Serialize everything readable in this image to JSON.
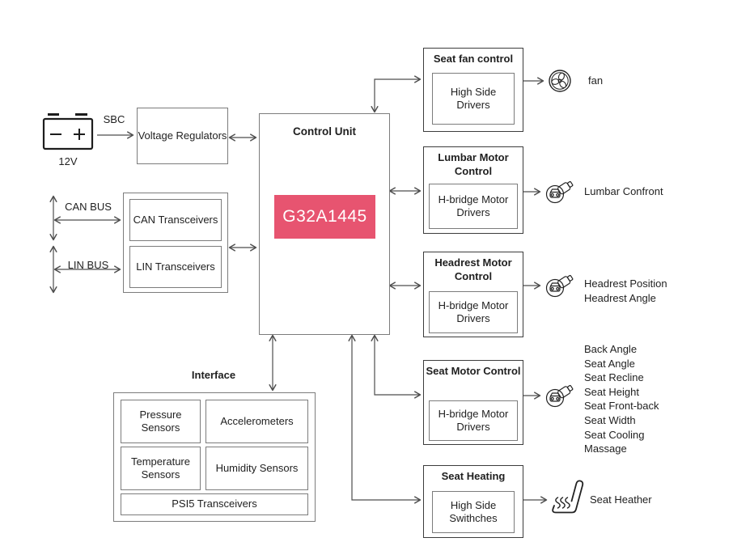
{
  "colors": {
    "accent": "#E75470",
    "wire": "#4d4d4d",
    "border_gray": "#7c7c7c",
    "border_dark": "#3c3c3c",
    "text": "#1f1f1f"
  },
  "power": {
    "battery_voltage": "12V",
    "sbc_label": "SBC",
    "voltage_regulators": "Voltage Regulators"
  },
  "buses": {
    "can_bus": "CAN BUS",
    "lin_bus": "LIN BUS",
    "can_transceivers": "CAN Transceivers",
    "lin_transceivers": "LIN Transceivers"
  },
  "control_unit": {
    "title": "Control Unit",
    "chip": "G32A1445"
  },
  "interface": {
    "title": "Interface",
    "cells": [
      "Pressure Sensors",
      "Accelerometers",
      "Temperature Sensors",
      "Humidity Sensors"
    ],
    "psi5": "PSI5 Transceivers"
  },
  "outputs": [
    {
      "title": "Seat fan control",
      "inner": "High Side Drivers",
      "icon": "fan-icon",
      "targets": [
        "fan"
      ]
    },
    {
      "title": "Lumbar Motor Control",
      "inner": "H-bridge Motor Drivers",
      "icon": "motor-icon",
      "targets": [
        "Lumbar Confront"
      ]
    },
    {
      "title": "Headrest Motor Control",
      "inner": "H-bridge Motor Drivers",
      "icon": "motor-icon",
      "targets": [
        "Headrest Position",
        "Headrest Angle"
      ]
    },
    {
      "title": "Seat Motor Control",
      "inner": "H-bridge Motor Drivers",
      "icon": "motor-icon",
      "targets": [
        "Back Angle",
        "Seat Angle",
        "Seat Recline",
        "Seat Height",
        "Seat Front-back",
        "Seat Width",
        "Seat Cooling",
        "Massage"
      ]
    },
    {
      "title": "Seat Heating",
      "inner": "High Side Swithches",
      "icon": "seat-heater-icon",
      "targets": [
        "Seat Heather"
      ]
    }
  ]
}
